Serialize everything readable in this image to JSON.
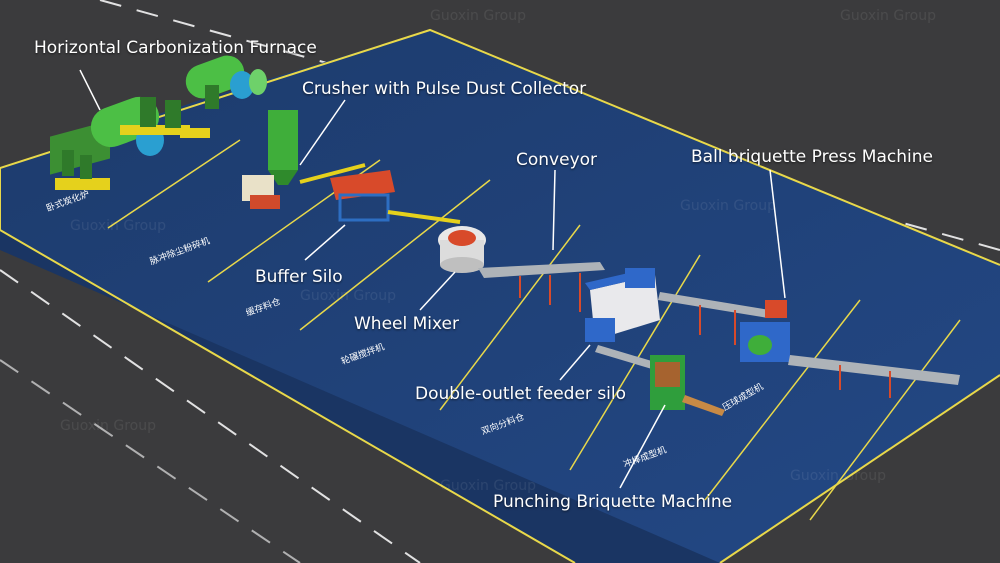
{
  "labels": {
    "furnace": "Horizontal Carbonization Furnace",
    "crusher": "Crusher with Pulse Dust Collector",
    "buffer_silo": "Buffer Silo",
    "wheel_mixer": "Wheel Mixer",
    "conveyor": "Conveyor",
    "ball_press": "Ball briquette Press Machine",
    "feeder_silo": "Double-outlet feeder silo",
    "punching": "Punching Briquette Machine"
  },
  "zone_labels": {
    "z1": "卧式炭化炉",
    "z2": "脉冲除尘粉碎机",
    "z3": "缓存料仓",
    "z4": "轮碾搅拌机",
    "z5": "双向分料仓",
    "z6": "冲棒成型机",
    "z7": "压球成型机"
  },
  "watermark": "Guoxin Group",
  "colors": {
    "floor": "#1f3e73",
    "asphalt": "#3b3b3d",
    "lane_line": "#e8d84a",
    "furnace": "#3fae3a",
    "conveyor": "#b8b8b8",
    "feeder": "#2f68c9"
  }
}
